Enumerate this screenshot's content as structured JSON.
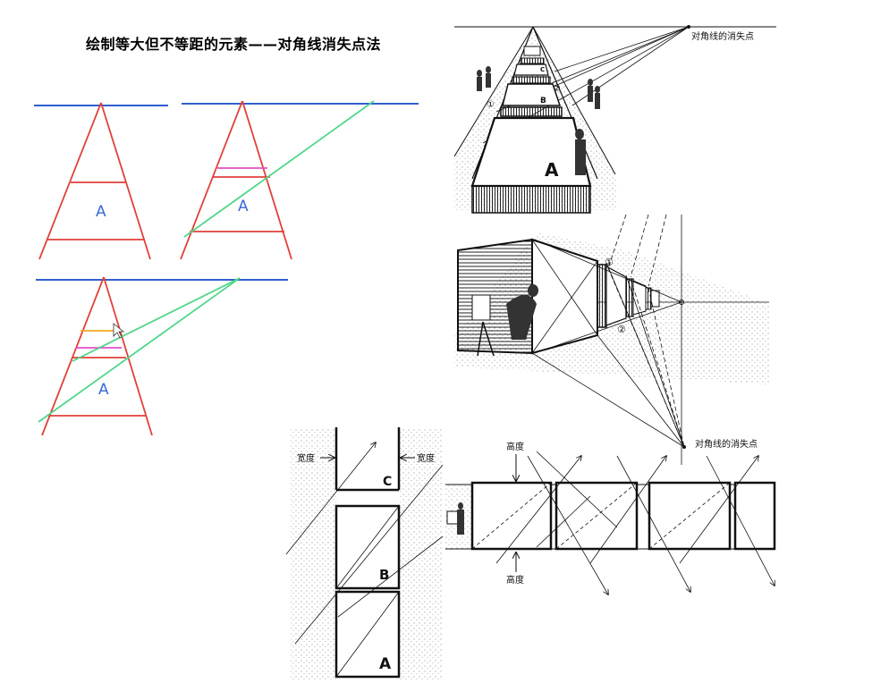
{
  "title": "绘制等大但不等距的元素——对角线消失点法",
  "labels": {
    "a": "A",
    "b": "B",
    "c": "C",
    "one": "①",
    "two": "②",
    "diag_vp": "对角线的消失点",
    "width": "宽度",
    "height": "高度"
  },
  "colors": {
    "horizon": "#2f5fd0",
    "construction": "#e0413a",
    "diagonal": "#4fd68a",
    "magenta": "#e04fc8",
    "orange": "#f5a623",
    "letter": "#3a6ad8",
    "ink": "#111111"
  }
}
